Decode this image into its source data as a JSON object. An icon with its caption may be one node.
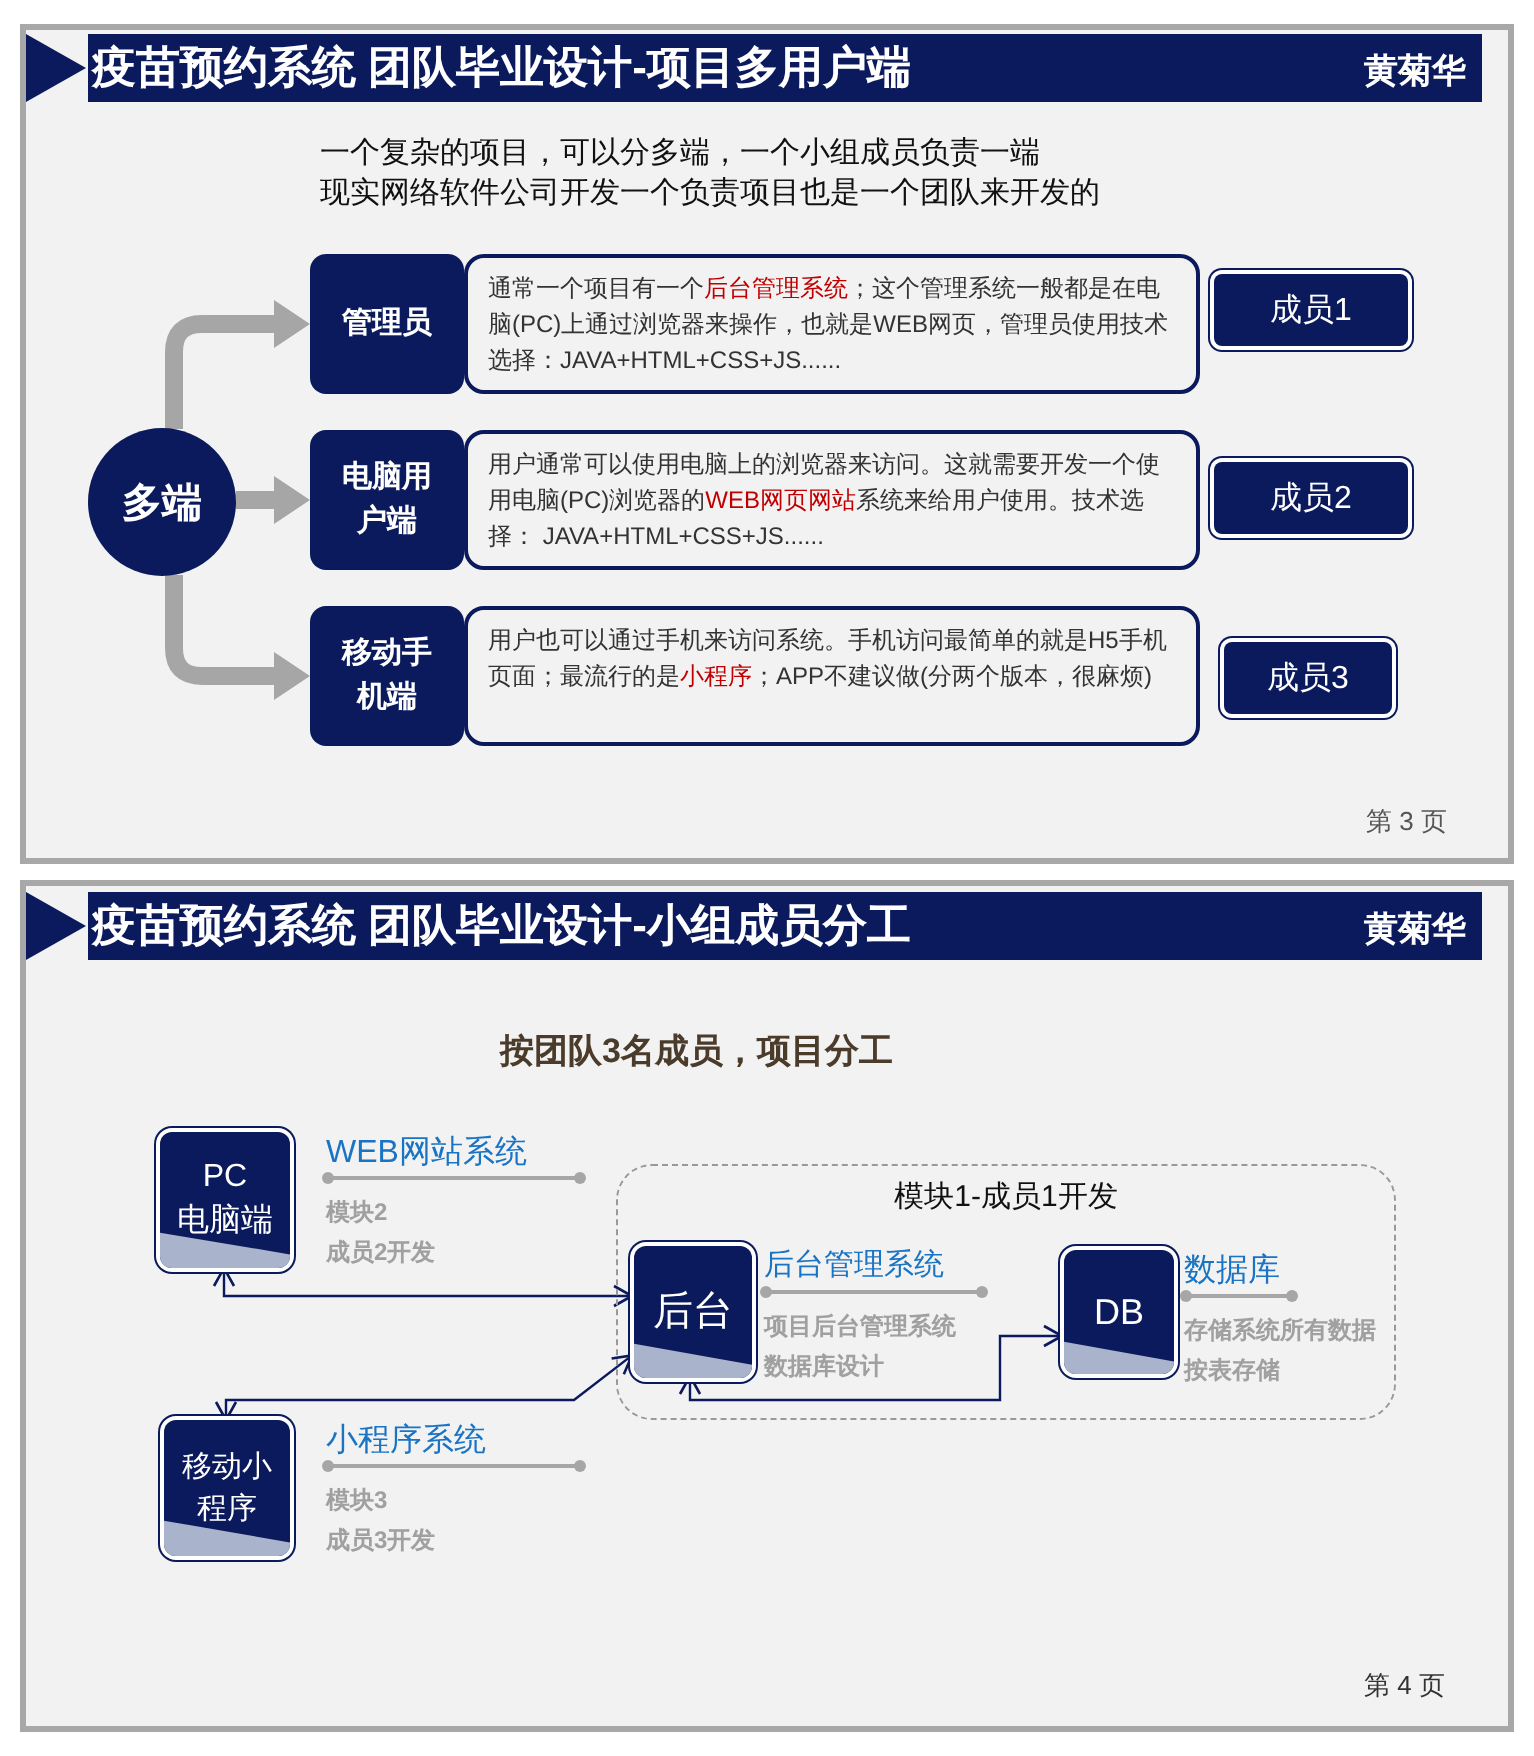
{
  "diagram": {
    "nodes": [
      {
        "text": [
          "多端"
        ]
      },
      {
        "text": [
          "管理员"
        ]
      },
      {
        "text": [
          "通常一个项目有一个**后台管理系统**；这个管理系统一般都是在电脑(PC)上通过浏览器来操作，也就是WEB网页，管理员使用技术选择：JAVA+HTML+CSS+JS......"
        ]
      },
      {
        "text": [
          "成员1"
        ]
      },
      {
        "text": [
          "电脑用户端"
        ]
      },
      {
        "text": [
          "用户通常可以使用电脑上的浏览器来访问。这就需要开发一个使用电脑(PC)浏览器的**WEB网页网站**系统来给用户使用。技术选择： JAVA+HTML+CSS+JS......"
        ]
      },
      {
        "text": [
          "成员2"
        ]
      },
      {
        "text": [
          "移动手机端"
        ]
      },
      {
        "text": [
          "用户也可以通过手机来访问系统。手机访问最简单的就是H5手机页面；最流行的是**小程序**；APP不建议做(分两个版本，很麻烦)"
        ]
      },
      {
        "text": [
          "成员3"
        ]
      },
      {
        "text": [
          "PC 电脑端"
        ],
        "beside": [
          "WEB网站系统",
          "模块2",
          "成员2开发"
        ]
      },
      {
        "text": [
          "移动小程序"
        ],
        "beside": [
          "小程序系统",
          "模块3",
          "成员3开发"
        ]
      },
      {
        "text": [
          "模块1-成员1开发"
        ]
      },
      {
        "text": [
          "后台"
        ],
        "in": 12,
        "beside": [
          "后台管理系统",
          "项目后台管理系统",
          "数据库设计"
        ]
      },
      {
        "text": [
          "DB"
        ],
        "in": 12,
        "beside": [
          "数据库",
          "存储系统所有数据",
          "按表存储"
        ]
      }
    ],
    "edges": [
      {
        "from": 0,
        "to": 1,
        "arrow": "to",
        "style": "thick",
        "color": "#a6a6a6"
      },
      {
        "from": 0,
        "to": 4,
        "arrow": "to",
        "style": "thick",
        "color": "#a6a6a6"
      },
      {
        "from": 0,
        "to": 7,
        "arrow": "to",
        "style": "thick",
        "color": "#a6a6a6"
      },
      {
        "from": 10,
        "to": 13,
        "arrow": "both",
        "color": "#0b1a5c"
      },
      {
        "from": 11,
        "to": 13,
        "arrow": "both",
        "color": "#0b1a5c"
      },
      {
        "from": 13,
        "to": 14,
        "arrow": "both",
        "color": "#0b1a5c"
      }
    ],
    "labels": [
      "疫苗预约系统 团队毕业设计-项目多用户端",
      "黄菊华",
      "一个复杂的项目，可以分多端，一个小组成员负责一端",
      "现实网络软件公司开发一个负责项目也是一个团队来开发的",
      "第 3 页",
      "疫苗预约系统 团队毕业设计-小组成员分工",
      "黄菊华",
      "按团队3名成员，项目分工",
      "第 4 页"
    ]
  }
}
